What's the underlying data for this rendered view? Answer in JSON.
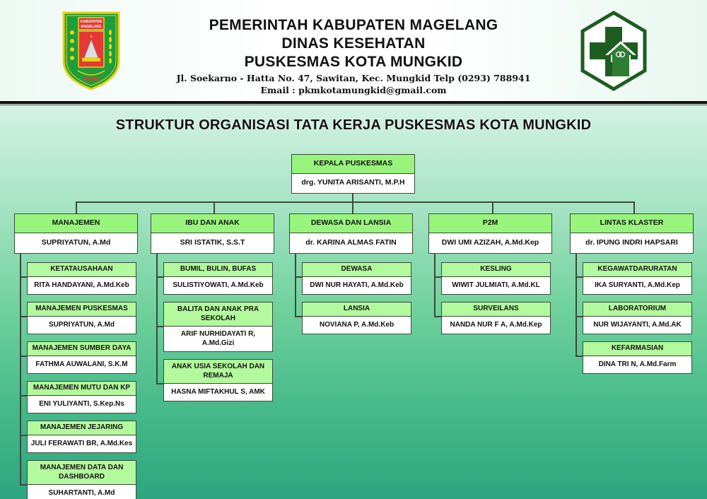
{
  "header": {
    "line1": "PEMERINTAH KABUPATEN MAGELANG",
    "line2": "DINAS KESEHATAN",
    "line3": "PUSKESMAS KOTA MUNGKID",
    "address": "Jl. Soekarno - Hatta No. 47, Sawitan, Kec. Mungkid Telp (0293) 788941",
    "email": "Email : pkmkotamungkid@gmail.com",
    "left_logo_text": [
      "KABUPATEN",
      "MAGELANG"
    ],
    "left_logo_icon": "kabupaten-magelang-crest",
    "right_logo_icon": "puskesmas-hexagon-cross-logo"
  },
  "title": "STRUKTUR ORGANISASI TATA KERJA PUSKESMAS KOTA MUNGKID",
  "colors": {
    "header_fill": "#98f47c",
    "sub_header_fill": "#b3f99d",
    "line": "#3a4a3a",
    "bg_top": "#f3fbf7",
    "bg_bottom": "#2ea57f",
    "logo_green": "#1b5e20"
  },
  "head": {
    "role": "KEPALA PUSKESMAS",
    "name": "drg. YUNITA ARISANTI, M.P.H"
  },
  "clusters": [
    {
      "role": "MANAJEMEN",
      "name": "SUPRIYATUN, A.Md",
      "units": [
        {
          "role": "KETATAUSAHAAN",
          "name": "RITA HANDAYANI, A.Md.Keb"
        },
        {
          "role": "MANAJEMEN PUSKESMAS",
          "name": "SUPRIYATUN, A.Md"
        },
        {
          "role": "MANAJEMEN SUMBER DAYA",
          "name": "FATHMA AUWALANI, S.K.M"
        },
        {
          "role": "MANAJEMEN MUTU DAN KP",
          "name": "ENI YULIYANTI, S.Kep.Ns"
        },
        {
          "role": "MANAJEMEN JEJARING",
          "name": "JULI FERAWATI BR, A.Md.Kes"
        },
        {
          "role": "MANAJEMEN DATA DAN DASHBOARD",
          "name": "SUHARTANTI, A.Md"
        }
      ]
    },
    {
      "role": "IBU DAN ANAK",
      "name": "SRI ISTATIK, S.S.T",
      "units": [
        {
          "role": "BUMIL, BULIN, BUFAS",
          "name": "SULISTIYOWATI, A.Md.Keb"
        },
        {
          "role": "BALITA DAN ANAK PRA SEKOLAH",
          "name": "ARIF NURHIDAYATI R, A.Md.Gizi"
        },
        {
          "role": "ANAK USIA SEKOLAH DAN REMAJA",
          "name": "HASNA MIFTAKHUL S, AMK"
        }
      ]
    },
    {
      "role": "DEWASA DAN LANSIA",
      "name": "dr. KARINA ALMAS FATIN",
      "units": [
        {
          "role": "DEWASA",
          "name": "DWI NUR HAYATI, A.Md.Keb"
        },
        {
          "role": "LANSIA",
          "name": "NOVIANA P, A.Md.Keb"
        }
      ]
    },
    {
      "role": "P2M",
      "name": "DWI UMI AZIZAH, A.Md.Kep",
      "units": [
        {
          "role": "KESLING",
          "name": "WIWIT JULMIATI, A.Md.KL"
        },
        {
          "role": "SURVEILANS",
          "name": "NANDA NUR F A, A.Md.Kep"
        }
      ]
    },
    {
      "role": "LINTAS KLASTER",
      "name": "dr. IPUNG INDRI HAPSARI",
      "units": [
        {
          "role": "KEGAWATDARURATAN",
          "name": "IKA SURYANTI, A.Md.Kep"
        },
        {
          "role": "LABORATORIUM",
          "name": "NUR WIJAYANTI, A.Md.AK"
        },
        {
          "role": "KEFARMASIAN",
          "name": "DINA TRI N, A.Md.Farm"
        }
      ]
    }
  ]
}
